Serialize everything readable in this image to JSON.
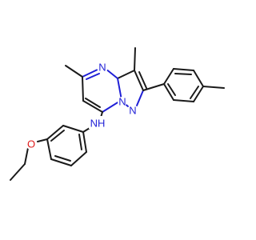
{
  "molecule": {
    "atom_labels": {
      "n_pyrimidine": "N",
      "n_bridge": "N",
      "n_pyrazole": "N",
      "nh_amine": "NH",
      "o_ether": "O"
    },
    "colors": {
      "carbon_bond": "#1a1a1a",
      "nitrogen": "#1f1fd6",
      "oxygen": "#e01b1b"
    }
  }
}
